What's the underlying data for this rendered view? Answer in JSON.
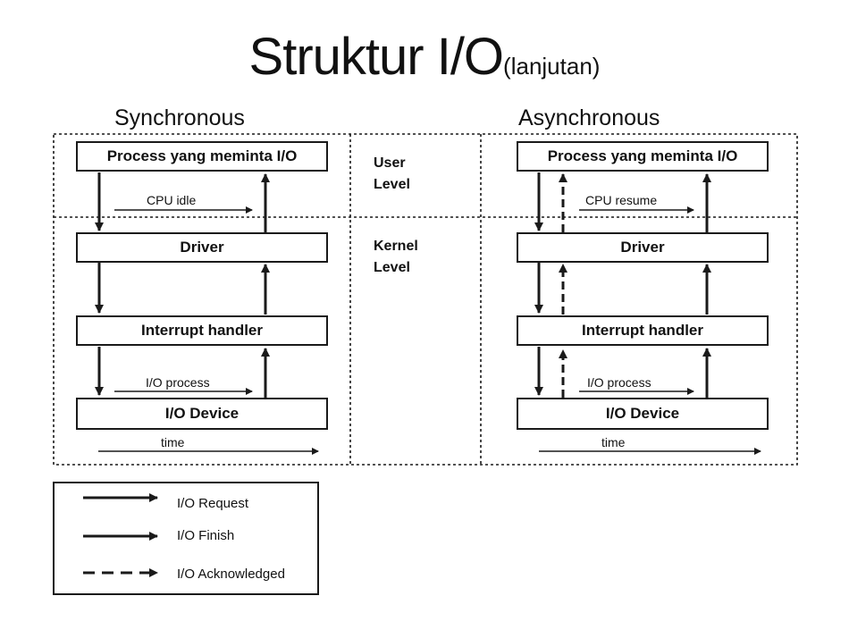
{
  "title": {
    "main": "Struktur I/O",
    "sub": "(lanjutan)"
  },
  "sync": {
    "heading": "Synchronous",
    "boxes": [
      "Process yang meminta I/O",
      "Driver",
      "Interrupt handler",
      "I/O Device"
    ],
    "cpu_label": "CPU idle",
    "io_label": "I/O process",
    "time_label": "time"
  },
  "async": {
    "heading": "Asynchronous",
    "boxes": [
      "Process yang meminta I/O",
      "Driver",
      "Interrupt handler",
      "I/O Device"
    ],
    "cpu_label": "CPU resume",
    "io_label": "I/O process",
    "time_label": "time"
  },
  "levels": {
    "user": [
      "User",
      "Level"
    ],
    "kernel": [
      "Kernel",
      "Level"
    ]
  },
  "legend": {
    "items": [
      {
        "label": "I/O Request",
        "line": "solid"
      },
      {
        "label": "I/O Finish",
        "line": "solid"
      },
      {
        "label": "I/O Acknowledged",
        "line": "dashed"
      }
    ]
  },
  "colors": {
    "ink": "#1a1a1a",
    "background": "#ffffff"
  }
}
